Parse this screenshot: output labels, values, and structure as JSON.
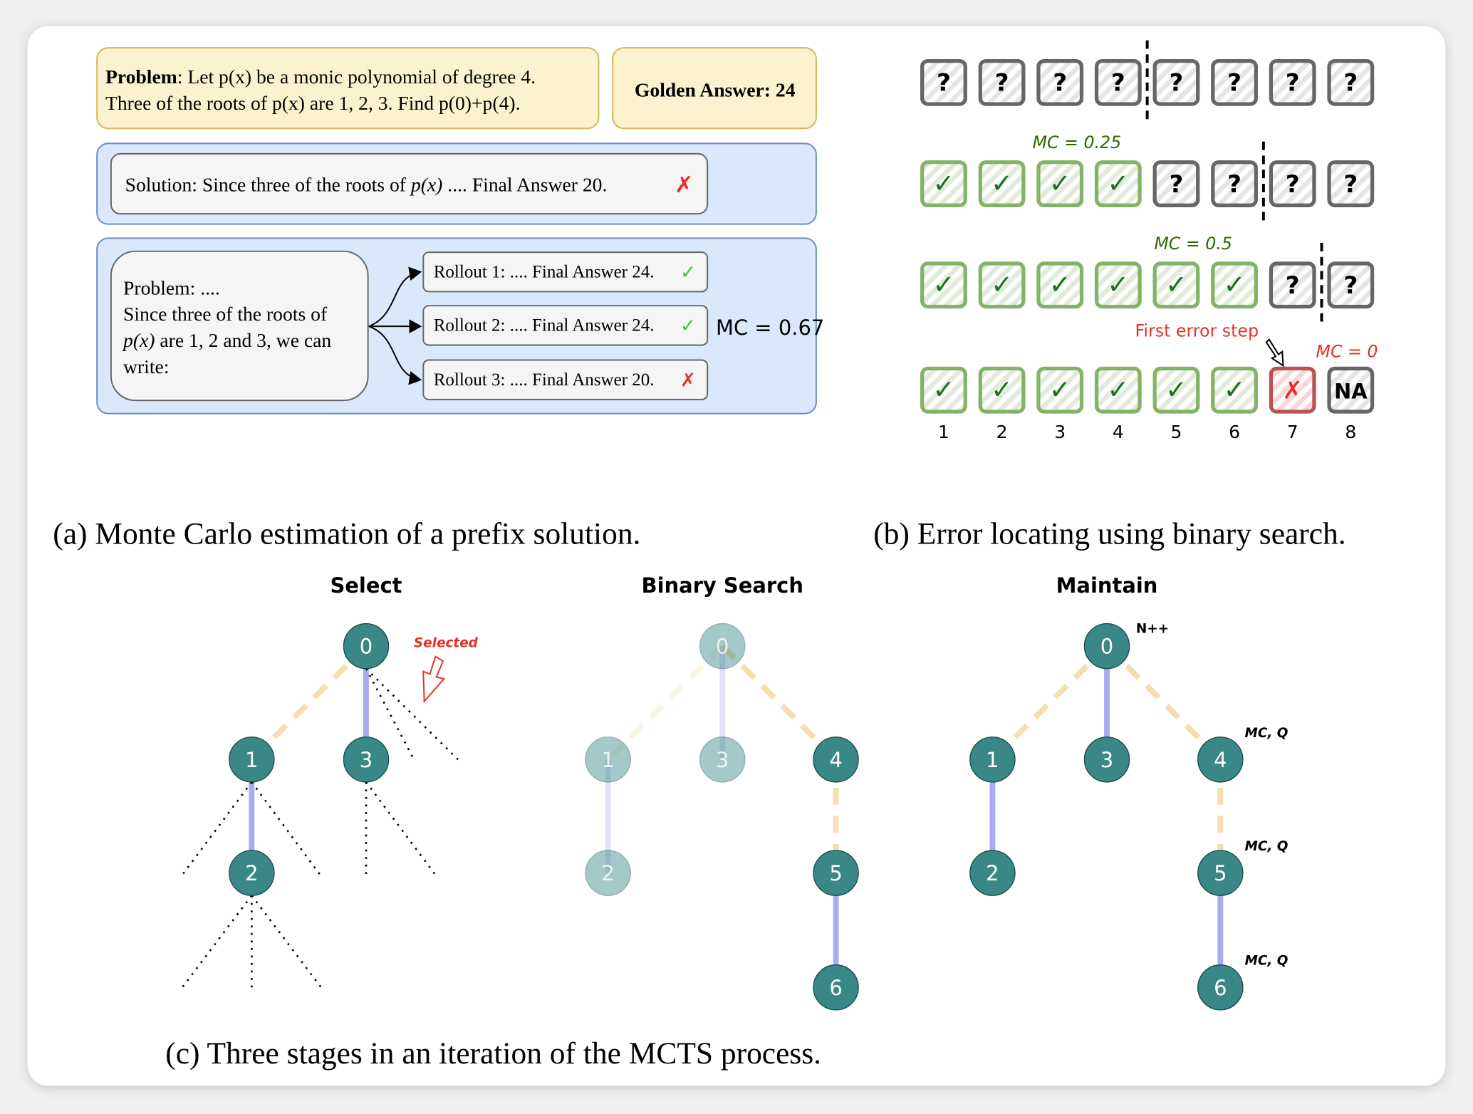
{
  "panel_a": {
    "problem_label": "Problem",
    "problem_line1": ": Let p(x) be a monic polynomial of degree 4.",
    "problem_line2": "Three of the roots of p(x) are 1, 2, 3. Find p(0)+p(4).",
    "golden_answer": "Golden Answer: 24",
    "solution_prefix": "Solution: Since three of the roots of ",
    "solution_px": "p(x)",
    "solution_suffix": " .... Final Answer 20.",
    "solution_mark": "✗",
    "prefix_lines": [
      "Problem: ....",
      "Since three of the roots of",
      "p(x)",
      " are 1, 2 and 3, we can",
      "write:"
    ],
    "rollouts": [
      {
        "label": "Rollout 1: .... Final Answer 24.",
        "mark": "✓",
        "correct": true
      },
      {
        "label": "Rollout 2: .... Final Answer 24.",
        "mark": "✓",
        "correct": true
      },
      {
        "label": "Rollout 3: .... Final Answer 20.",
        "mark": "✗",
        "correct": false
      }
    ],
    "mc_label": "MC = 0.67",
    "caption": "(a) Monte Carlo estimation of a prefix solution."
  },
  "panel_b": {
    "rows": [
      {
        "steps": [
          "?",
          "?",
          "?",
          "?",
          "?",
          "?",
          "?",
          "?"
        ],
        "split_after": 4,
        "mc": "MC = 0.25"
      },
      {
        "steps": [
          "ok",
          "ok",
          "ok",
          "ok",
          "?",
          "?",
          "?",
          "?"
        ],
        "split_after": 6,
        "mc": "MC = 0.5"
      },
      {
        "steps": [
          "ok",
          "ok",
          "ok",
          "ok",
          "ok",
          "ok",
          "?",
          "?"
        ],
        "split_after": 7,
        "mc": "MC = 0"
      },
      {
        "steps": [
          "ok",
          "ok",
          "ok",
          "ok",
          "ok",
          "ok",
          "err",
          "NA"
        ]
      }
    ],
    "step_numbers": [
      "1",
      "2",
      "3",
      "4",
      "5",
      "6",
      "7",
      "8"
    ],
    "first_error_label": "First error step",
    "question_glyph": "?",
    "check_glyph": "✓",
    "cross_glyph": "✗",
    "na_glyph": "NA",
    "caption": "(b) Error locating using binary search.",
    "colors": {
      "ok": "#82b366",
      "unknown": "#666666",
      "err": "#b85450",
      "mc_green": "#2d6a00",
      "mc_red": "#e8302a"
    }
  },
  "panel_c": {
    "stages": [
      {
        "title": "Select",
        "faded": [],
        "annotation": "Selected"
      },
      {
        "title": "Binary Search",
        "faded": [
          "0",
          "1",
          "2",
          "3"
        ]
      },
      {
        "title": "Maintain",
        "faded": [],
        "root_note": "N++",
        "node_notes": [
          "MC, Q",
          "MC, Q",
          "MC, Q"
        ]
      }
    ],
    "caption": "(c) Three stages in an iteration of the MCTS process.",
    "colors": {
      "node": "#3a8787",
      "solid_edge": "#aaaaee",
      "dashed_edge": "#f5deb0",
      "annotation": "#e8302a"
    }
  }
}
